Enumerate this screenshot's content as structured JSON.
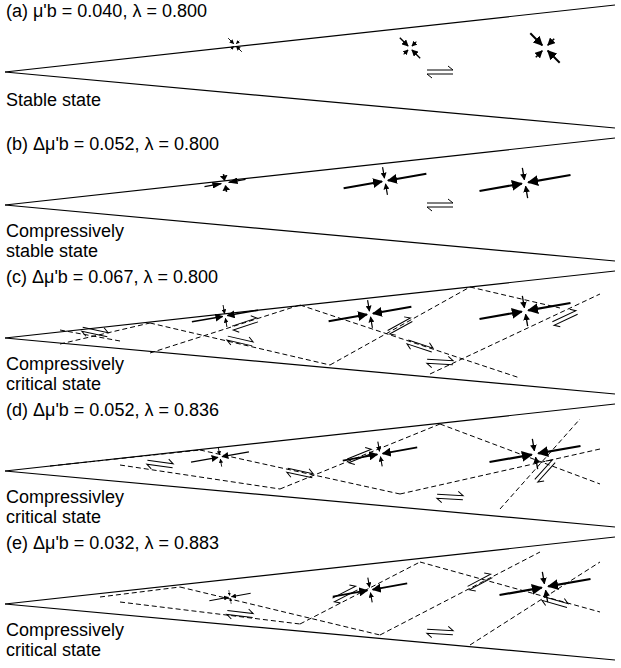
{
  "diagram": {
    "labels": [
      "(a) μ'b = 0.040, λ = 0.800",
      "Stable state",
      "(b) Δμ'b = 0.052, λ = 0.800",
      "Compressively stable state",
      "(c) Δμ'b = 0.067, λ = 0.800",
      "Compressively critical state",
      "(d) Δμ'b = 0.052, λ = 0.836",
      "Compressivley critical state",
      "(e) Δμ'b = 0.032, λ = 0.883",
      "Compressively critical state"
    ]
  }
}
